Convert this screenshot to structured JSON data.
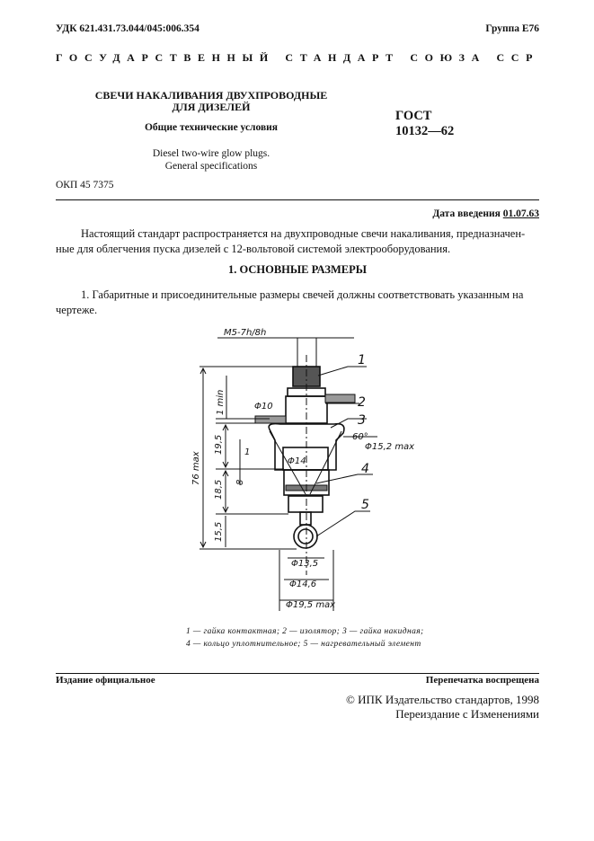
{
  "header": {
    "udk": "УДК 621.431.73.044/045:006.354",
    "group": "Группа Е76"
  },
  "state_line": "ГОСУДАРСТВЕННЫЙ СТАНДАРТ СОЮЗА ССР",
  "title": {
    "line1": "СВЕЧИ НАКАЛИВАНИЯ ДВУХПРОВОДНЫЕ",
    "line2": "ДЛЯ ДИЗЕЛЕЙ",
    "sub": "Общие технические условия",
    "en1": "Diesel two-wire glow plugs.",
    "en2": "General specifications"
  },
  "gost": {
    "label": "ГОСТ",
    "number": "10132—62"
  },
  "okp": "ОКП 45 7375",
  "intro_date": {
    "label": "Дата введения",
    "value": "01.07.63"
  },
  "intro_text": [
    "Настоящий стандарт распространяется на двухпроводные свечи накаливания, предназначен-",
    "ные для облегчения пуска дизелей с 12-вольтовой системой электрооборудования."
  ],
  "section1": "1. ОСНОВНЫЕ РАЗМЕРЫ",
  "para1": [
    "1. Габаритные и присоединительные размеры свечей должны соответствовать указанным на",
    "чертеже."
  ],
  "drawing": {
    "thread": "M5-7h/8h",
    "d10": "Φ10",
    "min1": "1 min",
    "d14": "Φ14",
    "d152": "Φ15,2 max",
    "angle": "60°",
    "one": "1",
    "d76": "76 max",
    "d195a": "19,5",
    "d185": "18,5",
    "d155": "15,5",
    "eight": "8",
    "d135": "Φ13,5",
    "d146": "Φ14,6",
    "d195": "Φ19,5 max",
    "pos": [
      "1",
      "2",
      "3",
      "4",
      "5"
    ]
  },
  "legend": [
    "1 — гайка контактная; 2 — изолятор; 3 — гайка накидная;",
    "4 — кольцо уплотнительное; 5 — нагревательный элемент"
  ],
  "footer": {
    "official": "Издание официальное",
    "reprint": "Перепечатка воспрещена",
    "copyright": "© ИПК Издательство стандартов, 1998",
    "reissue": "Переиздание с Изменениями"
  }
}
